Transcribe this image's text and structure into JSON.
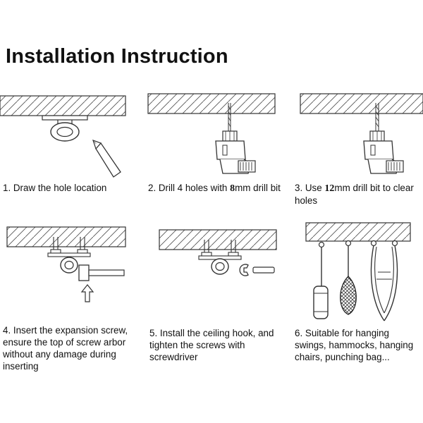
{
  "title": "Installation Instruction",
  "steps": [
    {
      "caption": "1. Draw the hole location"
    },
    {
      "caption_pre": "2. Drill 4 holes with ",
      "caption_bold": "8",
      "caption_post": "mm drill bit"
    },
    {
      "caption_pre": "3. Use ",
      "caption_bold": "12",
      "caption_post": "mm drill bit to clear holes"
    },
    {
      "caption": "4. Insert the expansion screw, ensure the top of screw arbor without any damage during inserting"
    },
    {
      "caption": "5. Install the ceiling hook, and tighten the screws with screwdriver"
    },
    {
      "caption": "6. Suitable for hanging swings, hammocks, hanging chairs, punching bag..."
    }
  ]
}
